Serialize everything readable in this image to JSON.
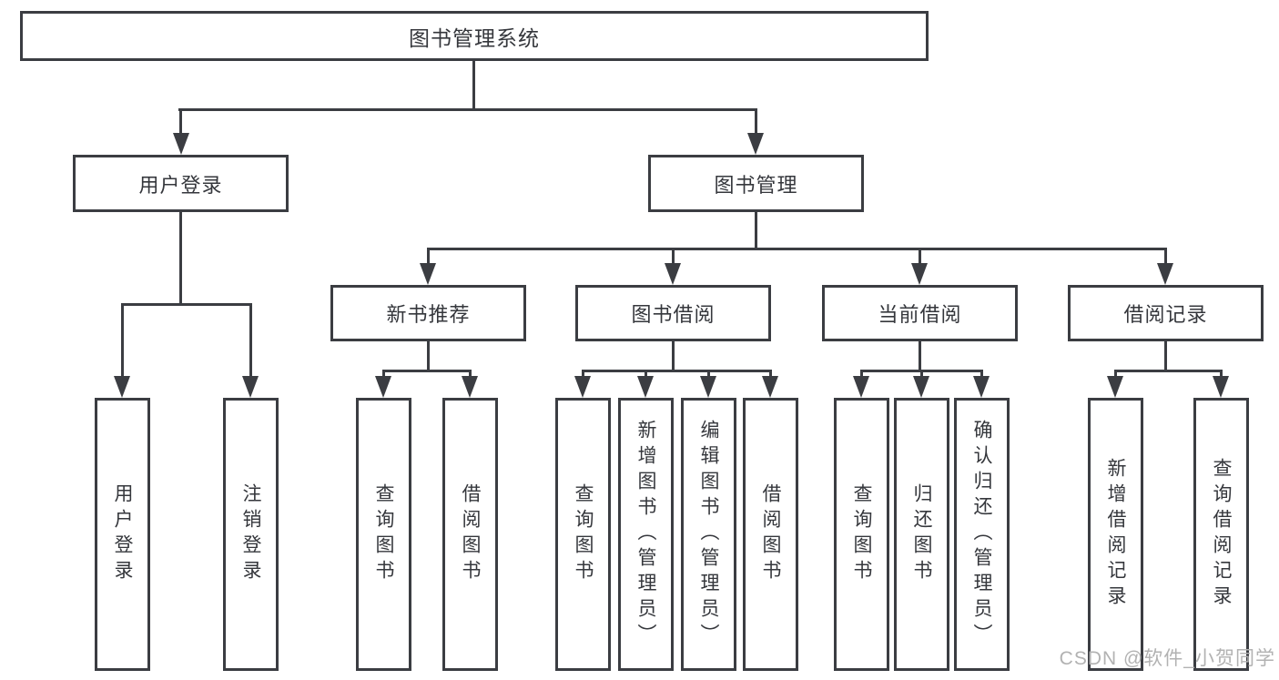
{
  "tree": {
    "label": "图书管理系统",
    "children": [
      {
        "label": "用户登录",
        "children": [
          {
            "label": "用户登录"
          },
          {
            "label": "注销登录"
          }
        ]
      },
      {
        "label": "图书管理",
        "children": [
          {
            "label": "新书推荐",
            "children": [
              {
                "label": "查询图书"
              },
              {
                "label": "借阅图书"
              }
            ]
          },
          {
            "label": "图书借阅",
            "children": [
              {
                "label": "查询图书"
              },
              {
                "label": "新增图书（管理员）"
              },
              {
                "label": "编辑图书（管理员）"
              },
              {
                "label": "借阅图书"
              }
            ]
          },
          {
            "label": "当前借阅",
            "children": [
              {
                "label": "查询图书"
              },
              {
                "label": "归还图书"
              },
              {
                "label": "确认归还（管理员）"
              }
            ]
          },
          {
            "label": "借阅记录",
            "children": [
              {
                "label": "新增借阅记录"
              },
              {
                "label": "查询借阅记录"
              }
            ]
          }
        ]
      }
    ]
  },
  "watermark": "CSDN @软件_小贺同学",
  "colors": {
    "line": "#3b3d42",
    "text": "#35373c",
    "watermark": "#b2b2b2",
    "bg": "#ffffff"
  }
}
